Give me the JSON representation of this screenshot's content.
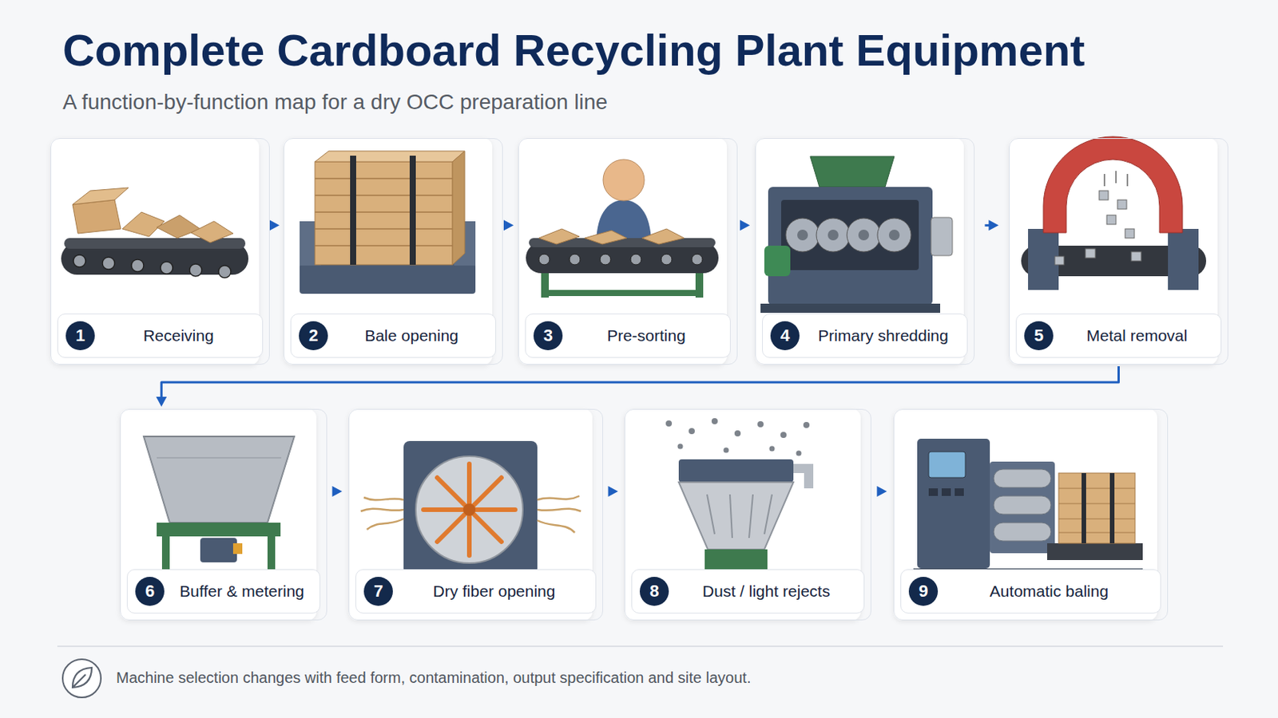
{
  "diagram": {
    "title": "Complete Cardboard Recycling Plant Equipment",
    "caption": "Machine selection changes with feed form, contamination, output specification and site layout.",
    "nodes": [
      {
        "text": [
          "1",
          "Receiving"
        ]
      },
      {
        "text": [
          "2",
          "Bale opening"
        ]
      },
      {
        "text": [
          "3",
          "Pre-sorting"
        ]
      },
      {
        "text": [
          "4",
          "Primary shredding"
        ]
      },
      {
        "text": [
          "5",
          "Metal removal"
        ]
      },
      {
        "text": [
          "6",
          "Buffer & metering"
        ]
      },
      {
        "text": [
          "7",
          "Dry fiber opening"
        ]
      },
      {
        "text": [
          "8",
          "Dust / light rejects"
        ]
      },
      {
        "text": [
          "9",
          "Automatic baling"
        ]
      }
    ],
    "edges": [
      {
        "from": 0,
        "to": 1,
        "arrow": "to"
      },
      {
        "from": 1,
        "to": 2,
        "arrow": "to"
      },
      {
        "from": 2,
        "to": 3,
        "arrow": "to"
      },
      {
        "from": 3,
        "to": 4,
        "arrow": "to"
      },
      {
        "from": 4,
        "to": 5,
        "arrow": "to"
      },
      {
        "from": 5,
        "to": 6,
        "arrow": "to"
      },
      {
        "from": 6,
        "to": 7,
        "arrow": "to"
      },
      {
        "from": 7,
        "to": 8,
        "arrow": "to"
      }
    ],
    "labels": [
      "A function-by-function map for a dry OCC preparation line"
    ]
  }
}
